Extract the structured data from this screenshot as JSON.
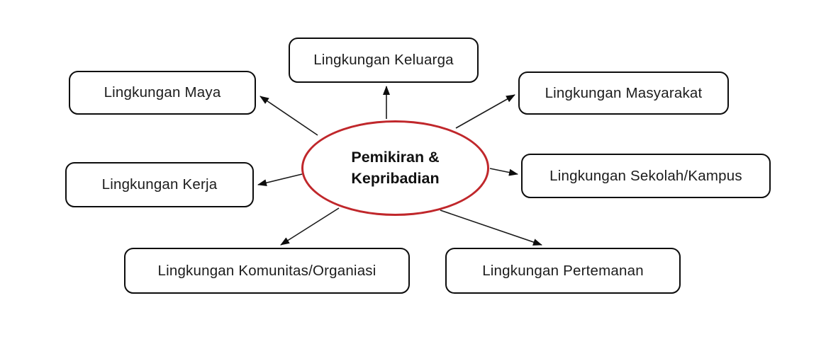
{
  "diagram": {
    "type": "mind-map",
    "background_color": "#ffffff",
    "center": {
      "id": "pemikiran-kepribadian",
      "label": "Pemikiran & Kepribadian",
      "label_line1": "Pemikiran &",
      "label_line2": "Kepribadian",
      "shape": "ellipse",
      "border_color": "#c0272b",
      "fill_color": "#ffffff",
      "text_color": "#111111"
    },
    "nodes": [
      {
        "id": "keluarga",
        "label": "Lingkungan Keluarga"
      },
      {
        "id": "maya",
        "label": "Lingkungan Maya"
      },
      {
        "id": "masyarakat",
        "label": "Lingkungan Masyarakat"
      },
      {
        "id": "kerja",
        "label": "Lingkungan Kerja"
      },
      {
        "id": "sekolah",
        "label": "Lingkungan Sekolah/Kampus"
      },
      {
        "id": "komunitas",
        "label": "Lingkungan Komunitas/Organiasi"
      },
      {
        "id": "pertemanan",
        "label": "Lingkungan Pertemanan"
      }
    ],
    "node_style": {
      "shape": "rounded-rectangle",
      "border_color": "#0d0d0d",
      "fill_color": "#ffffff",
      "text_color": "#1c1c1c"
    },
    "edges": [
      {
        "from": "pemikiran-kepribadian",
        "to": "keluarga",
        "arrow": "to-node"
      },
      {
        "from": "pemikiran-kepribadian",
        "to": "maya",
        "arrow": "to-node"
      },
      {
        "from": "pemikiran-kepribadian",
        "to": "masyarakat",
        "arrow": "to-node"
      },
      {
        "from": "pemikiran-kepribadian",
        "to": "kerja",
        "arrow": "to-node"
      },
      {
        "from": "pemikiran-kepribadian",
        "to": "sekolah",
        "arrow": "to-node"
      },
      {
        "from": "pemikiran-kepribadian",
        "to": "komunitas",
        "arrow": "to-node"
      },
      {
        "from": "pemikiran-kepribadian",
        "to": "pertemanan",
        "arrow": "to-node"
      }
    ],
    "edge_color": "#1a1a1a"
  }
}
